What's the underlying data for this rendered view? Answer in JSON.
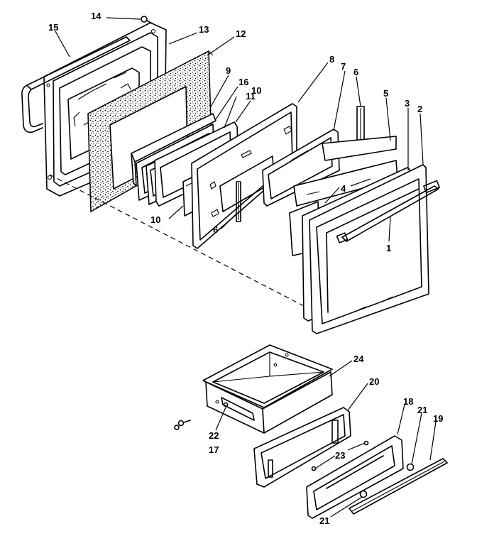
{
  "callouts": {
    "c1": "1",
    "c2": "2",
    "c3": "3",
    "c4": "4",
    "c5": "5",
    "c6a": "6",
    "c6b": "6",
    "c7": "7",
    "c8": "8",
    "c9": "9",
    "c10a": "10",
    "c10b": "10",
    "c11": "11",
    "c12": "12",
    "c13": "13",
    "c14": "14",
    "c15": "15",
    "c16": "16",
    "c17": "17",
    "c18": "18",
    "c19": "19",
    "c20": "20",
    "c21a": "21",
    "c21b": "21",
    "c22": "22",
    "c23": "23",
    "c24": "24"
  }
}
